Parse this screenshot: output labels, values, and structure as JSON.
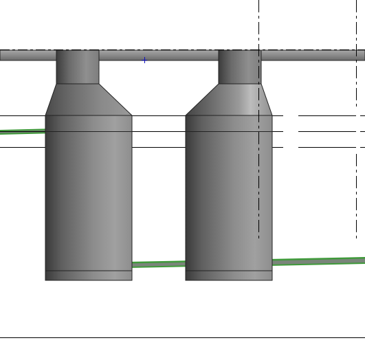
{
  "viewport": {
    "background": "#ffffff",
    "line_color": "#000000",
    "pipe_fill": "#8f8f8f",
    "pipe_outline": "#2a2a2a",
    "green_pipe_color": "#3f9a3a",
    "green_pipe_core": "#777777",
    "vessel_dark": "#3c3c3c",
    "vessel_mid": "#8a8a8a",
    "vessel_light": "#a9a9a9",
    "cursor_color": "#1010c0"
  },
  "objects": {
    "header_pipe": {
      "name": "horizontal-pipe",
      "icon": "pipe"
    },
    "vessels": [
      {
        "name": "vessel-left",
        "icon": "tank"
      },
      {
        "name": "vessel-right",
        "icon": "tank"
      }
    ],
    "green_pipes": [
      {
        "name": "green-pipe-upper-left"
      },
      {
        "name": "green-pipe-lower-middle"
      },
      {
        "name": "green-pipe-lower-right"
      }
    ],
    "cursor": {
      "icon": "crosshair-icon"
    }
  }
}
